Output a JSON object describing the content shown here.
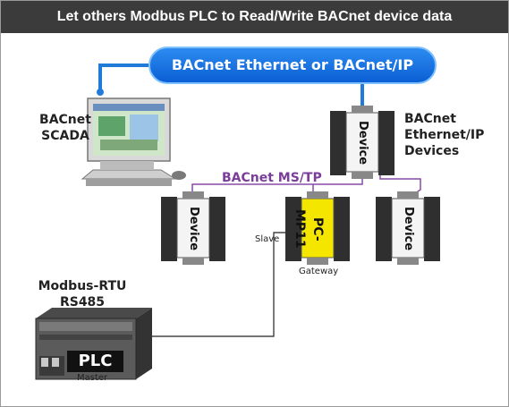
{
  "title": "Let others Modbus PLC to Read/Write BACnet device data",
  "bus_label": "BACnet Ethernet or BACnet/IP",
  "scada_label": "BACnet\nSCADA",
  "ethernet_devices_label": "BACnet\nEthernet/IP\nDevices",
  "mstp_label": "BACnet MS/TP",
  "device_label": "Device",
  "gateway_model": "PC-MP11",
  "slave_label": "Slave",
  "gateway_label": "Gateway",
  "modbus_label": "Modbus-RTU\nRS485",
  "plc_label": "PLC",
  "master_label": "Master",
  "colors": {
    "bus_blue": "#0a5fd4",
    "bus_line_blue": "#1f7ad8",
    "mstp_purple": "#8a4aa8",
    "gateway_yellow": "#f5e600",
    "titlebar": "#3b3b3b"
  }
}
